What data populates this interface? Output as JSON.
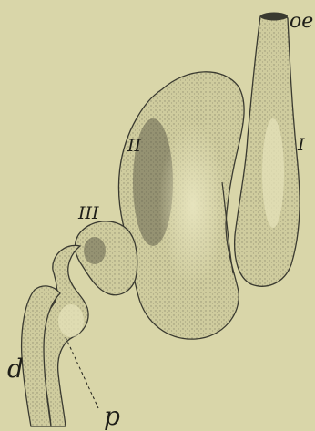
{
  "labels": {
    "oe": "oe",
    "I": "I",
    "II": "II",
    "III": "III",
    "d": "d",
    "p": "p"
  },
  "colors": {
    "background": "#d9d6a9",
    "ink": "#1e1e18"
  }
}
